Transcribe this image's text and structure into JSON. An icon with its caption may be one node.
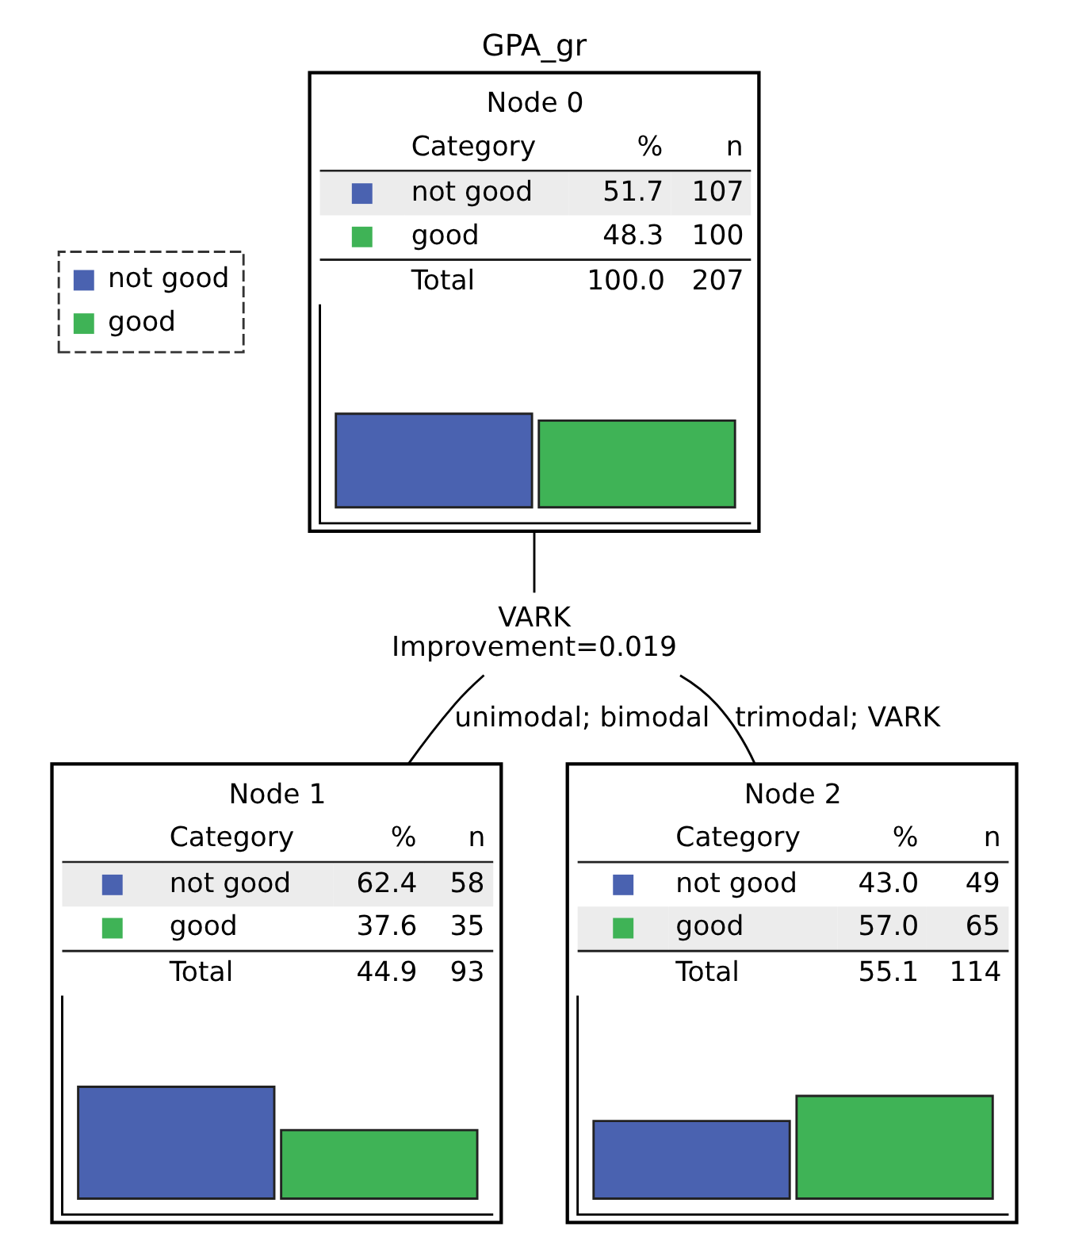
{
  "diagram": {
    "title": "GPA_gr",
    "nodes": [
      {
        "text": [
          "Node 0",
          "Category",
          "%",
          "n",
          "not good",
          "51.7",
          "107",
          "good",
          "48.3",
          "100",
          "Total",
          "100.0",
          "207"
        ]
      },
      {
        "text": [
          "VARK",
          "Improvement=0.019"
        ]
      },
      {
        "text": [
          "Node 1",
          "Category",
          "%",
          "n",
          "not good",
          "62.4",
          "58",
          "good",
          "37.6",
          "35",
          "Total",
          "44.9",
          "93"
        ]
      },
      {
        "text": [
          "Node 2",
          "Category",
          "%",
          "n",
          "not good",
          "43.0",
          "49",
          "good",
          "57.0",
          "65",
          "Total",
          "55.1",
          "114"
        ]
      }
    ],
    "edges": [
      {
        "from": 0,
        "to": 1,
        "arrow": "none"
      },
      {
        "from": 1,
        "to": 2,
        "arrow": "none",
        "label": "unimodal; bimodal"
      },
      {
        "from": 1,
        "to": 3,
        "arrow": "none",
        "label": "trimodal; VARK"
      }
    ],
    "legend": [
      {
        "text": "not good",
        "color": "#4a62b0"
      },
      {
        "text": "good",
        "color": "#3fb356"
      }
    ]
  }
}
